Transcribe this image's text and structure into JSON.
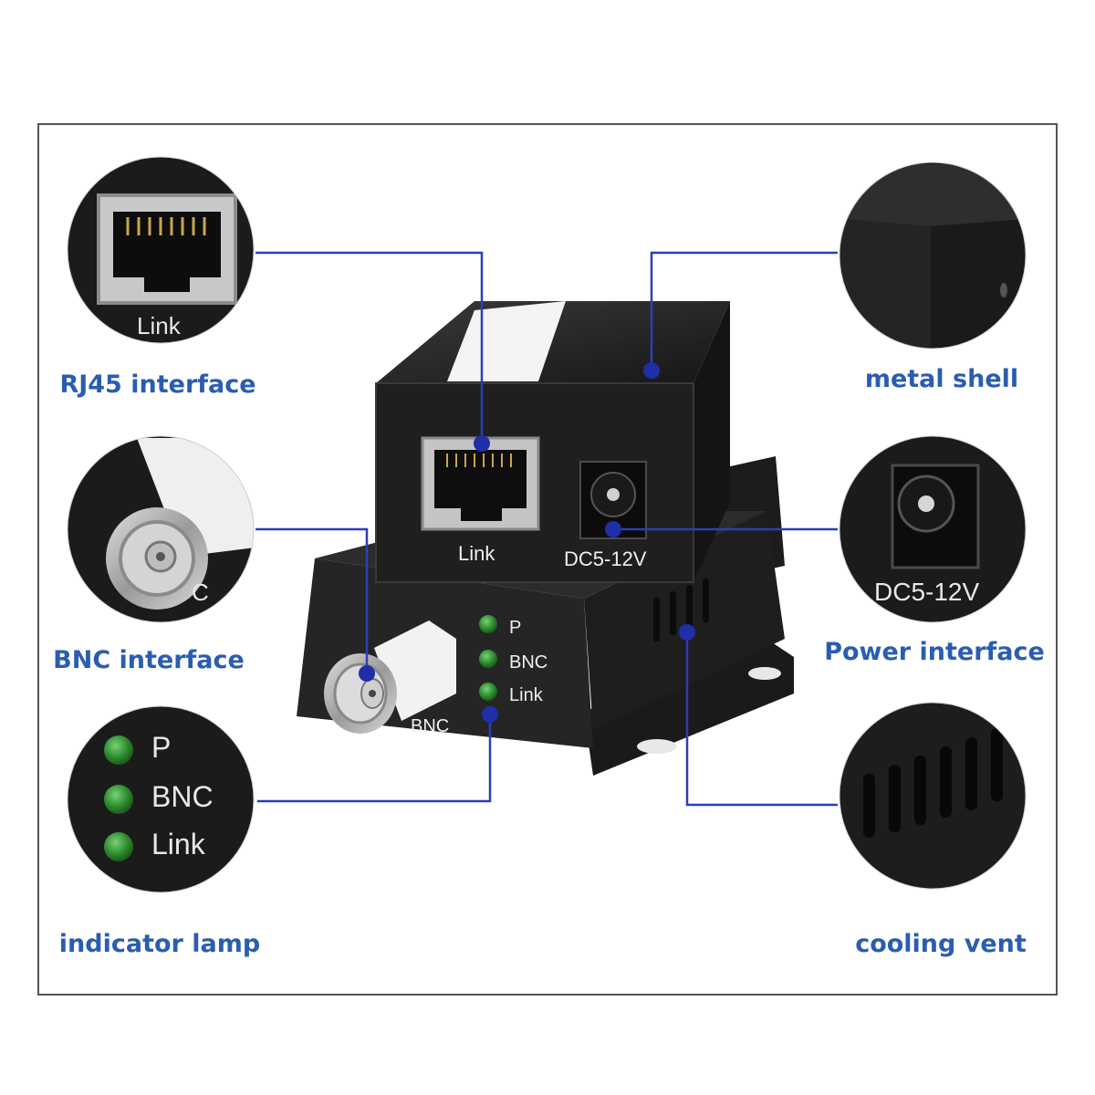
{
  "colors": {
    "accent": "#2b3fb8",
    "caption": "#2a5db0",
    "device": "#202020",
    "led": "#2f8f2f"
  },
  "callouts": {
    "rj45": {
      "caption": "RJ45 interface",
      "photo_label": "Link"
    },
    "bnc": {
      "caption": "BNC interface",
      "photo_label": "C"
    },
    "indicator": {
      "caption": "indicator lamp",
      "led_labels": [
        "P",
        "BNC",
        "Link"
      ]
    },
    "metal_shell": {
      "caption": "metal shell"
    },
    "power": {
      "caption": "Power interface",
      "photo_label": "DC5-12V"
    },
    "cooling": {
      "caption": "cooling vent"
    }
  },
  "device": {
    "top_unit": {
      "rj45_label": "Link",
      "power_label": "DC5-12V"
    },
    "bottom_unit": {
      "bnc_label": "BNC",
      "led_labels": [
        "P",
        "BNC",
        "Link"
      ]
    }
  }
}
